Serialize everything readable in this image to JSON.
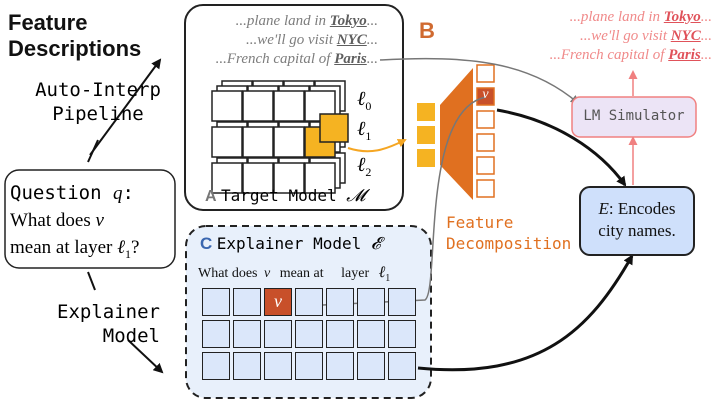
{
  "title": [
    "Feature",
    "Descriptions"
  ],
  "auto_interp": [
    "Auto-Interp",
    "Pipeline"
  ],
  "explainer_label": [
    "Explainer",
    "Model"
  ],
  "question": {
    "prefix": "Question ",
    "q": "q",
    "colon": ":",
    "line2a": "What does ",
    "v": "v",
    "line3a": "mean at layer ",
    "ell": "ℓ",
    "sub": "1",
    "end": "?"
  },
  "snippets": [
    {
      "pre": "...plane land in ",
      "bold": "Tokyo",
      "post": "..."
    },
    {
      "pre": "...we'll go visit ",
      "bold": "NYC",
      "post": "..."
    },
    {
      "pre": "...French capital of ",
      "bold": "Paris",
      "post": "..."
    }
  ],
  "target_model": {
    "letter": "A",
    "text": "Target Model ",
    "symbol": "𝓜"
  },
  "layers": [
    {
      "ell": "ℓ",
      "sub": "0"
    },
    {
      "ell": "ℓ",
      "sub": "1"
    },
    {
      "ell": "ℓ",
      "sub": "2"
    }
  ],
  "section_b": "B",
  "feature_v": "v",
  "feature_decomposition": [
    "Feature",
    "Decomposition"
  ],
  "lm_simulator": "LM Simulator",
  "explanation": {
    "e": "E",
    "rest1": ": Encodes",
    "line2": "city names."
  },
  "explainer_model": {
    "letter": "C",
    "text": "Explainer Model ",
    "symbol": "𝓔"
  },
  "prompt_tokens": [
    "What does",
    "v",
    "mean at",
    "layer",
    "ℓ",
    "1"
  ],
  "grid_token": "v",
  "colors": {
    "accent_orange": "#f5a623",
    "decomp_orange": "#e07020",
    "feature_dark_orange": "#c8502a",
    "simulator_pink": "#f08080",
    "explanation_blue": "#cfe0fb",
    "explainer_bg": "#e8f0fb"
  }
}
